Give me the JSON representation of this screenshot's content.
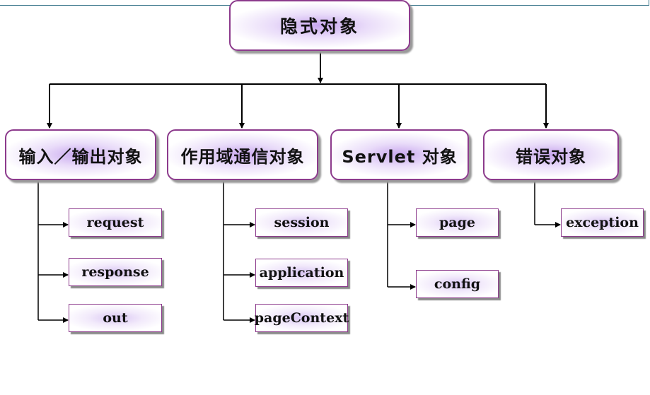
{
  "root": {
    "label": "隐式对象"
  },
  "categories": [
    {
      "label": "输入／输出对象",
      "items": [
        "request",
        "response",
        "out"
      ]
    },
    {
      "label": "作用域通信对象",
      "items": [
        "session",
        "application",
        "pageContext"
      ]
    },
    {
      "label": "Servlet 对象",
      "items": [
        "page",
        "config"
      ]
    },
    {
      "label": "错误对象",
      "items": [
        "exception"
      ]
    }
  ],
  "colors": {
    "border": "#8c3a8c",
    "line": "#000000",
    "frame": "#2f6f84"
  }
}
